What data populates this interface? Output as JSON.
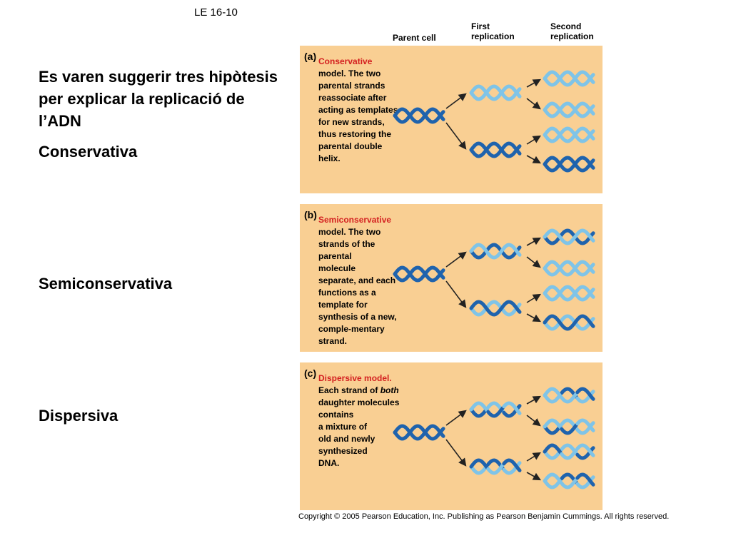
{
  "slide_id": "LE 16-10",
  "heading": "Es varen suggerir tres hipòtesis per explicar la replicació de l’ADN",
  "hypotheses": {
    "conservative": "Conservativa",
    "semiconservative": "Semiconservativa",
    "dispersive": "Dispersiva"
  },
  "column_headers": {
    "parent": "Parent cell",
    "first_line1": "First",
    "first_line2": "replication",
    "second_line1": "Second",
    "second_line2": "replication"
  },
  "panels": [
    {
      "letter": "(a)",
      "model_name": "Conservative",
      "lines": [
        "model. The two",
        "parental strands",
        "reassociate after",
        "acting as templates",
        "for new strands,",
        "thus restoring the",
        "parental double",
        "helix."
      ],
      "helix_style": "conservative"
    },
    {
      "letter": "(b)",
      "model_name": "Semiconservative",
      "lines": [
        "model. The two",
        "strands of the",
        "parental",
        "molecule",
        "separate, and each",
        "functions as a",
        "template for",
        "synthesis of a new,",
        "comple-mentary",
        "strand."
      ],
      "helix_style": "semiconservative"
    },
    {
      "letter": "(c)",
      "model_name": "Dispersive model.",
      "lines": [
        [
          "Each strand of ",
          "both"
        ],
        "daughter molecules",
        "contains",
        "a mixture of",
        "old and newly",
        "synthesized",
        "DNA."
      ],
      "helix_style": "dispersive"
    }
  ],
  "colors": {
    "panel_bg": "#f9cf93",
    "parental_strand": "#1f63ad",
    "new_strand": "#7fc4e8",
    "arrow": "#222222",
    "model_name": "#d42020"
  },
  "copyright": "Copyright © 2005 Pearson Education, Inc. Publishing as Pearson Benjamin Cummings. All rights reserved."
}
